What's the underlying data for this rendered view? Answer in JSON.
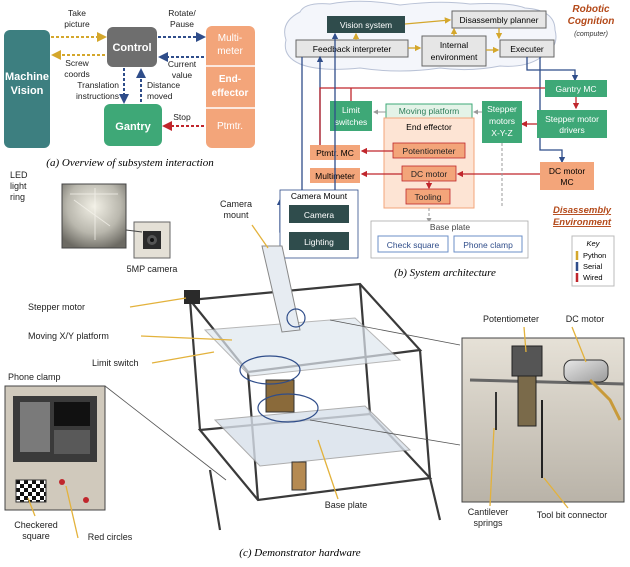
{
  "panel_a": {
    "caption": "(a) Overview of subsystem interaction",
    "machine_vision": [
      "Machine",
      "Vision"
    ],
    "control": "Control",
    "multimeter": [
      "Multi-",
      "meter"
    ],
    "end_effector": [
      "End-",
      "effector"
    ],
    "gantry": "Gantry",
    "ptmtr": "Ptmtr.",
    "take_picture": [
      "Take",
      "picture"
    ],
    "screw_coords": [
      "Screw",
      "coords"
    ],
    "rotate_pause": [
      "Rotate/",
      "Pause"
    ],
    "current_value": [
      "Current",
      "value"
    ],
    "translation": [
      "Translation",
      "instructions"
    ],
    "distance": [
      "Distance",
      "moved"
    ],
    "stop": "Stop"
  },
  "panel_b": {
    "caption": "(b) System architecture",
    "robotic_cognition": [
      "Robotic",
      "Cognition"
    ],
    "computer": "(computer)",
    "vision_system": "Vision system",
    "disassembly_planner": "Disassembly planner",
    "feedback_interpreter": "Feedback interpreter",
    "internal_env": [
      "Internal",
      "environment"
    ],
    "executer": "Executer",
    "gantry_mc": "Gantry MC",
    "limit_switches": [
      "Limit",
      "switches"
    ],
    "moving_platform": "Moving platform",
    "stepper_motors": [
      "Stepper",
      "motors",
      "X-Y-Z"
    ],
    "stepper_drivers": [
      "Stepper motor",
      "drivers"
    ],
    "end_effector": "End effector",
    "ptmtr_mc": "Ptmtr. MC",
    "potentiometer": "Potentiometer",
    "multimeter": "Multimeter",
    "dc_motor": "DC motor",
    "tooling": "Tooling",
    "dc_motor_mc": [
      "DC motor",
      "MC"
    ],
    "camera_mount": "Camera Mount",
    "camera": "Camera",
    "lighting": "Lighting",
    "base_plate": "Base plate",
    "check_square": "Check square",
    "phone_clamp": "Phone clamp",
    "disassembly_env": [
      "Disassembly",
      "Environment"
    ],
    "key_title": "Key",
    "key_python": "Python",
    "key_serial": "Serial",
    "key_wired": "Wired"
  },
  "panel_c": {
    "caption": "(c) Demonstrator hardware",
    "led_ring": [
      "LED",
      "light",
      "ring"
    ],
    "camera_5mp": "5MP camera",
    "camera_mount": [
      "Camera",
      "mount"
    ],
    "stepper_motor": "Stepper motor",
    "moving_xy": "Moving X/Y platform",
    "limit_switch": "Limit switch",
    "phone_clamp": "Phone clamp",
    "checkered": [
      "Checkered",
      "square"
    ],
    "red_circles": "Red circles",
    "base_plate": "Base plate",
    "potentiometer": "Potentiometer",
    "dc_motor": "DC motor",
    "cantilever": [
      "Cantilever",
      "springs"
    ],
    "tool_bit": "Tool bit connector"
  },
  "colors": {
    "teal": "#3d7f80",
    "grey": "#6e6e6e",
    "green": "#3ea877",
    "orange": "#f3a57a",
    "python": "#d4a72c",
    "serial": "#2f4d8a",
    "wired": "#c0262c"
  }
}
